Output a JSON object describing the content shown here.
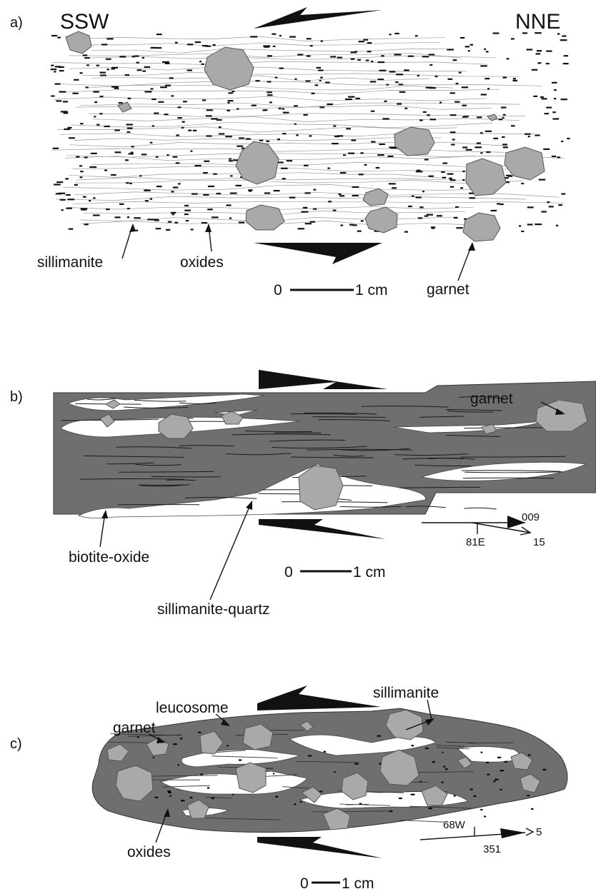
{
  "panel_a": {
    "panel_label": "a)",
    "direction_left": "SSW",
    "direction_right": "NNE",
    "labels": {
      "sillimanite": "sillimanite",
      "oxides": "oxides",
      "garnet": "garnet"
    },
    "scale": {
      "zero": "0",
      "unit": "1 cm"
    }
  },
  "panel_b": {
    "panel_label": "b)",
    "labels": {
      "garnet": "garnet",
      "biotite_oxide": "biotite-oxide",
      "sillimanite_quartz": "sillimanite-quartz"
    },
    "scale": {
      "zero": "0",
      "unit": "1 cm"
    },
    "orientation": {
      "strike": "81E",
      "lineation_azimuth": "009",
      "plunge": "15"
    }
  },
  "panel_c": {
    "panel_label": "c)",
    "labels": {
      "sillimanite": "sillimanite",
      "leucosome": "leucosome",
      "garnet": "garnet",
      "oxides": "oxides"
    },
    "scale": {
      "zero": "0",
      "unit": "1 cm"
    },
    "orientation": {
      "strike": "68W",
      "lineation_azimuth": "351",
      "plunge": "5"
    }
  },
  "colors": {
    "matrix": "#6f6f6f",
    "garnet": "#a9a9a9",
    "sillimanite_lines": "#8c8c8c",
    "leucosome": "#ffffff",
    "ink": "#111111"
  }
}
